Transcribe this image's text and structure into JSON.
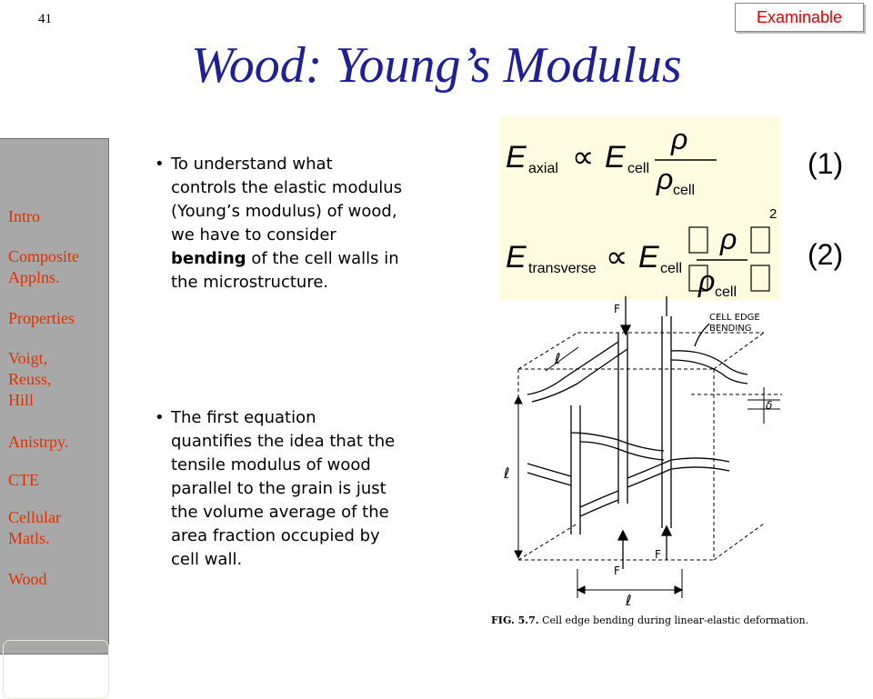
{
  "slide_number": "41",
  "badge": "Examinable",
  "title": "Wood: Young’s Modulus",
  "sidebar": {
    "items": [
      {
        "label": "Intro"
      },
      {
        "label": "Composite Applns."
      },
      {
        "label": "Properties"
      },
      {
        "label": "Voigt, Reuss, Hill"
      },
      {
        "label": "Anistrpy."
      },
      {
        "label": "CTE"
      },
      {
        "label": "Cellular Matls."
      },
      {
        "label": "Wood"
      }
    ],
    "current": "Cellular Matls.",
    "text_color": "#e03000",
    "background": "#a8a8a8"
  },
  "bullets": [
    {
      "text": "To understand what\ncontrols the elastic modulus\n(Young’s modulus) of wood,\nwe have to consider\n",
      "bold": "bending",
      "text_after": " of the cell walls in\nthe microstructure."
    },
    {
      "text": "The first equation\nquantifies the idea that the\ntensile modulus of wood\nparallel to the grain is just\nthe volume average of the\narea fraction occupied by\ncell wall."
    }
  ],
  "equations": {
    "eq1": {
      "lhs": "E",
      "lhs_sub": "axial",
      "op": "∝",
      "rhs": "E",
      "rhs_sub": "cell",
      "num": "ρ",
      "den": "ρ",
      "den_sub": "cell"
    },
    "eq2": {
      "lhs": "E",
      "lhs_sub": "transverse",
      "op": "∝",
      "rhs": "E",
      "rhs_sub": "cell",
      "num": "ρ",
      "den": "ρ",
      "den_sub": "cell",
      "exponent": "2"
    },
    "background": "#fdfbe0"
  },
  "equation_labels": [
    "(1)",
    "(2)"
  ],
  "figure": {
    "labels": {
      "cell_edge": "CELL EDGE",
      "bending": "BENDING",
      "force": "F",
      "length": "ℓ",
      "deflection": "δ"
    },
    "caption_fig": "FIG. 5.7.",
    "caption_text": "Cell edge bending during linear-elastic deformation."
  },
  "colors": {
    "title": "#1f1f96",
    "badge_text": "#e00000"
  }
}
